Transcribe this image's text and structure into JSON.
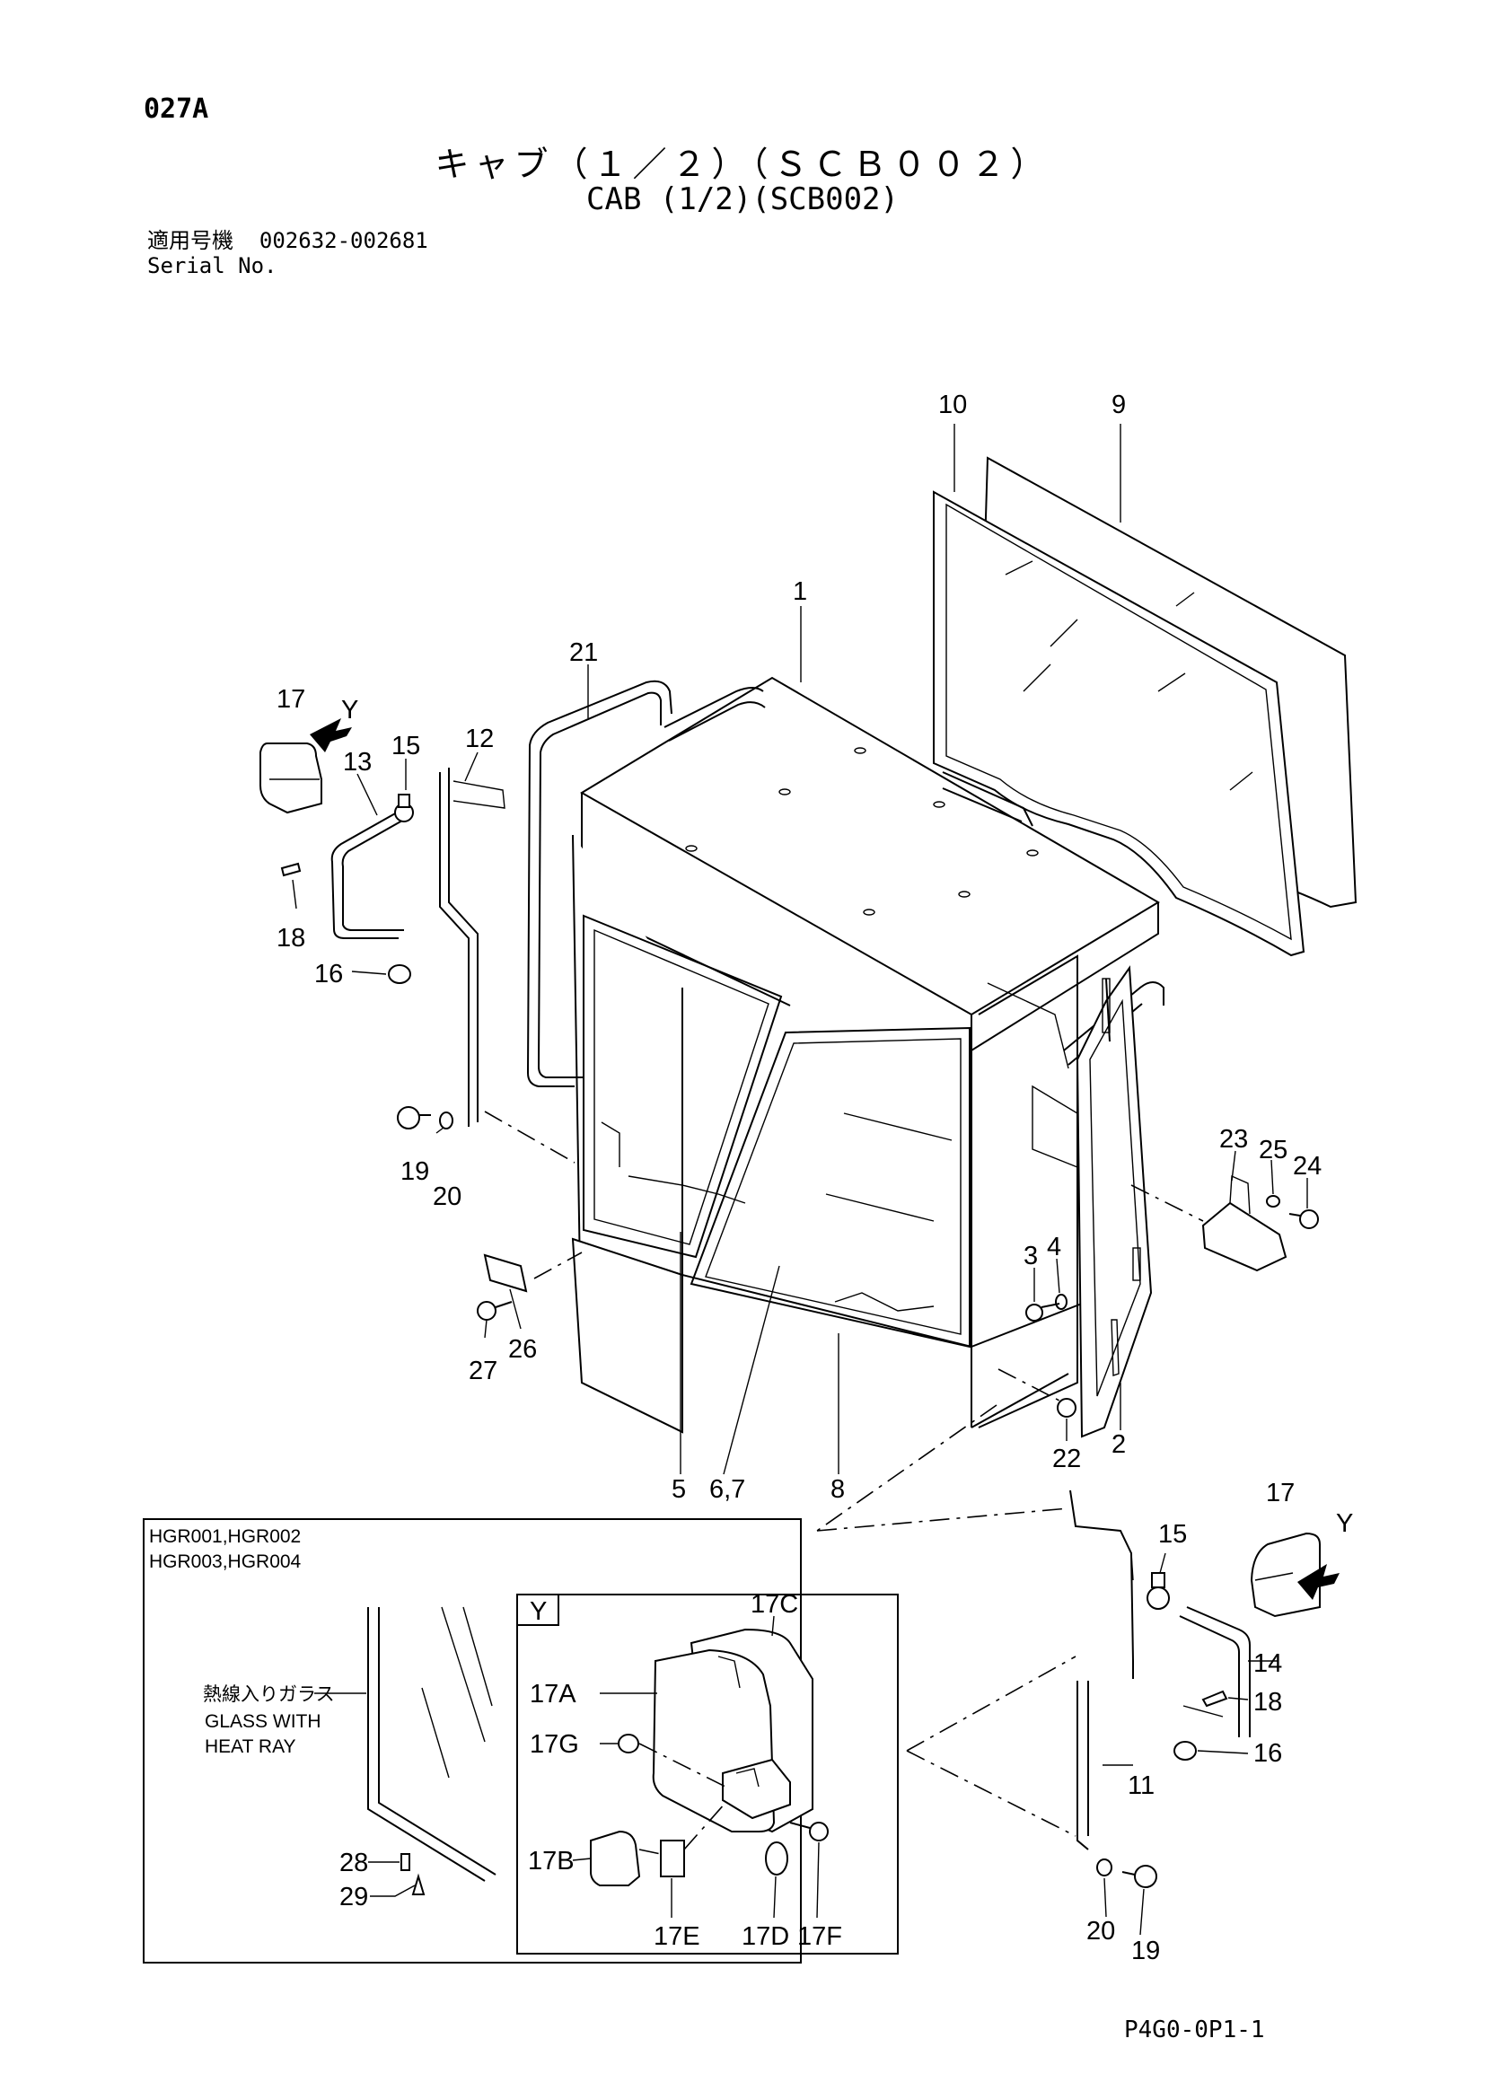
{
  "header": {
    "page_code": "027A",
    "title_jp": "キャブ（１／２）（ＳＣＢ００２）",
    "title_en": "CAB (1/2)(SCB002)",
    "serial_label_jp": "適用号機",
    "serial_range": "002632-002681",
    "serial_label_en": "Serial No."
  },
  "callouts": {
    "c1": "1",
    "c2": "2",
    "c3": "3",
    "c4": "4",
    "c5": "5",
    "c67": "6,7",
    "c8": "8",
    "c9": "9",
    "c10": "10",
    "c11": "11",
    "c12": "12",
    "c13": "13",
    "c14": "14",
    "c15a": "15",
    "c15b": "15",
    "c16a": "16",
    "c16b": "16",
    "c17a": "17",
    "c17b": "17",
    "c18a": "18",
    "c18b": "18",
    "c19a": "19",
    "c19b": "19",
    "c20a": "20",
    "c20b": "20",
    "c21": "21",
    "c22": "22",
    "c23": "23",
    "c24": "24",
    "c25": "25",
    "c26": "26",
    "c27": "27",
    "c28": "28",
    "c29": "29",
    "y_a": "Y",
    "y_b": "Y"
  },
  "inset_glass": {
    "models_line1": "HGR001,HGR002",
    "models_line2": "HGR003,HGR004",
    "label_jp": "熱線入りガラス",
    "label_en_1": "GLASS WITH",
    "label_en_2": "HEAT RAY"
  },
  "inset_mirror": {
    "view_label": "Y",
    "parts": {
      "p17a": "17A",
      "p17b": "17B",
      "p17c": "17C",
      "p17d": "17D",
      "p17e": "17E",
      "p17f": "17F",
      "p17g": "17G"
    }
  },
  "footer": {
    "page_ref": "P4G0-0P1-1"
  }
}
